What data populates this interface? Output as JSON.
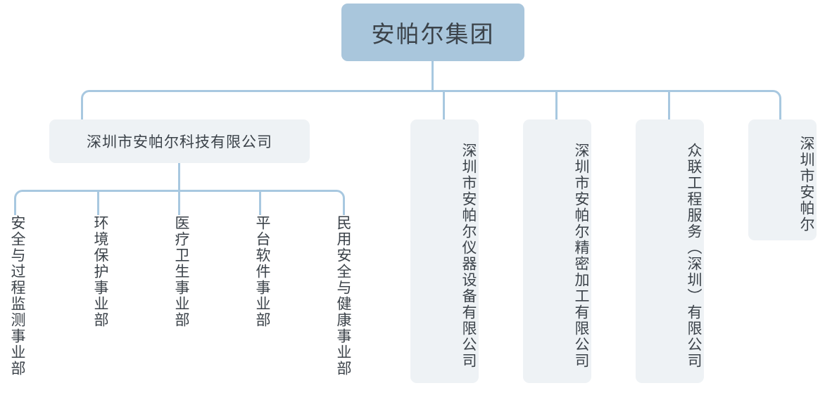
{
  "chart_data": {
    "type": "diagram",
    "title": "安帕尔集团组织架构图",
    "diagram_kind": "organization-chart",
    "orientation": "top-down",
    "colors": {
      "root_fill": "#a9c6dc",
      "node_fill": "#eef2f5",
      "connector": "#a8c8e0",
      "text": "#3b4249",
      "background": "#ffffff"
    },
    "levels": 3
  },
  "root": {
    "label": "安帕尔集团"
  },
  "level2": [
    {
      "label": "深圳市安帕尔科技有限公司",
      "style": "horizontal"
    },
    {
      "label": "深圳市安帕尔仪器设备有限公司",
      "style": "vertical"
    },
    {
      "label": "深圳市安帕尔精密加工有限公司",
      "style": "vertical"
    },
    {
      "label": "众联工程服务（深圳）有限公司",
      "style": "vertical"
    },
    {
      "label": "深圳市安帕尔",
      "style": "vertical"
    }
  ],
  "level3": [
    {
      "label": "安全与过程监测事业部"
    },
    {
      "label": "环境保护事业部"
    },
    {
      "label": "医疗卫生事业部"
    },
    {
      "label": "平台软件事业部"
    },
    {
      "label": "民用安全与健康事业部"
    }
  ]
}
